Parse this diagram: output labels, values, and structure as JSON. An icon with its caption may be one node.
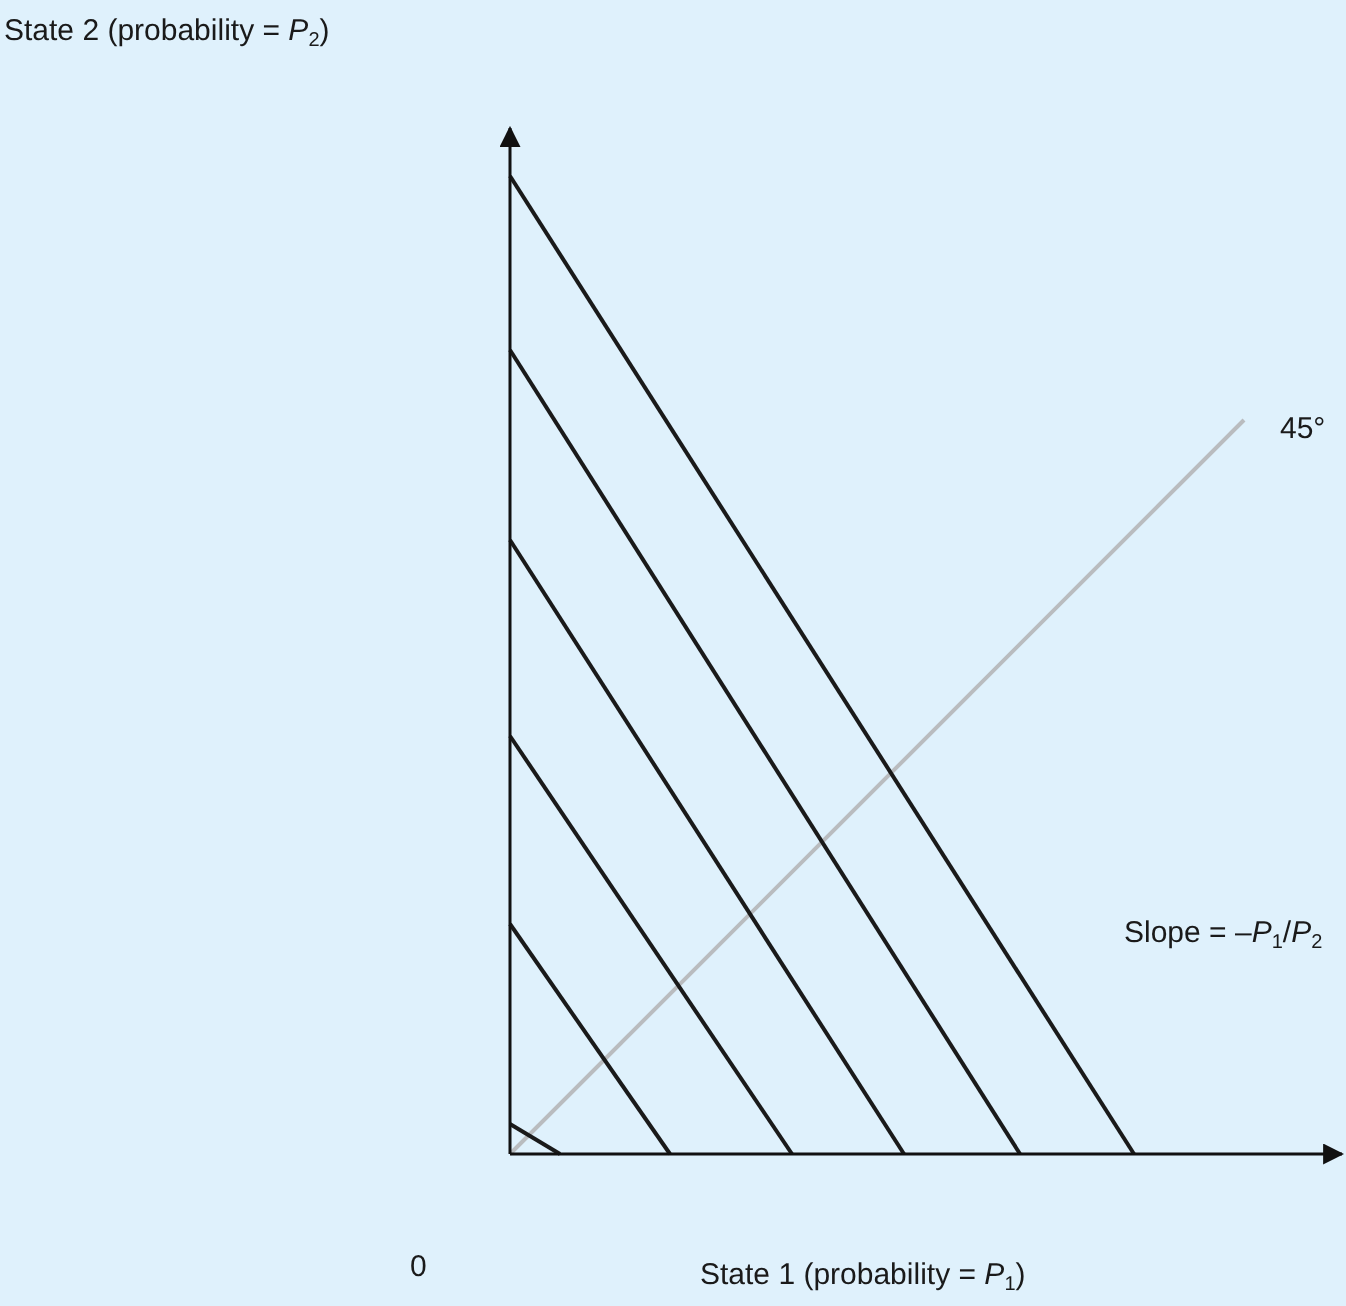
{
  "diagram": {
    "labels": [
      "State 2 (probability = *P*$_{2}$)",
      "45°",
      "Slope = –*P*$_{1}$/*P*$_{2}$",
      "0",
      "State 1 (probability = *P*$_{1}$)"
    ]
  }
}
